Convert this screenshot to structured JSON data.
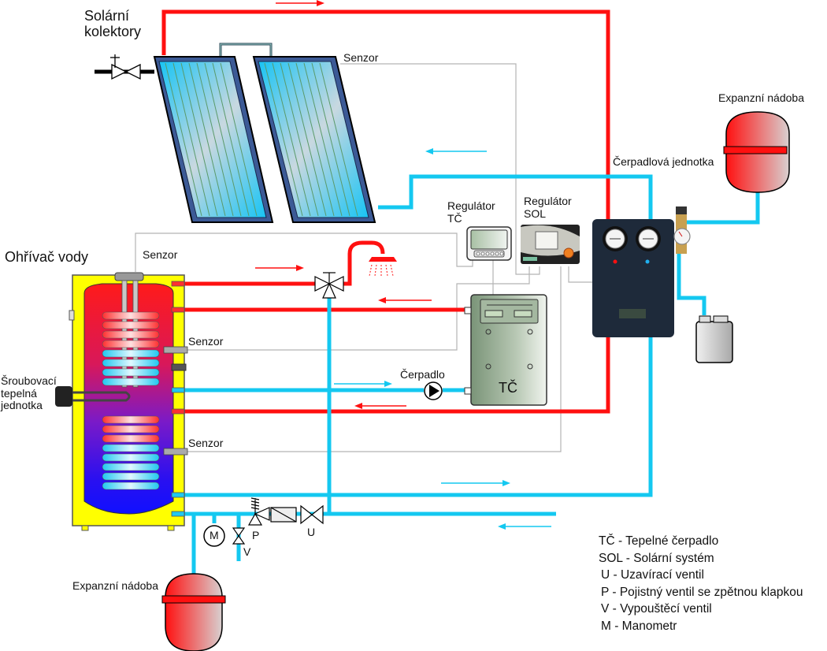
{
  "title": "Schéma zapojení ohřívače vody se solárním systémem a tepelným čerpadlem",
  "labels": {
    "solar_collectors": [
      "Solární",
      "kolektory"
    ],
    "water_heater": "Ohřívač vody",
    "screw_heating_unit": [
      "Šroubovací",
      "tepelná",
      "jednotka"
    ],
    "sensor_collector": "Senzor",
    "sensor_top": "Senzor",
    "sensor_middle": "Senzor",
    "sensor_bottom": "Senzor",
    "regulator_tc": [
      "Regulátor",
      "TČ"
    ],
    "regulator_sol": [
      "Regulátor",
      "SOL"
    ],
    "pump_unit": "Čerpadlová jednotka",
    "expansion_vessel_top": "Expanzní nádoba",
    "expansion_vessel_bottom": "Expanzní nádoba",
    "pump": "Čerpadlo",
    "heat_pump": "TČ",
    "manometer_symbol": "M",
    "valve_p": "P",
    "valve_v": "V",
    "valve_u": "U"
  },
  "legend": [
    "TČ - Tepelné čerpadlo",
    "SOL - Solární systém",
    "U - Uzavírací ventil",
    "P - Pojistný ventil se zpětnou klapkou",
    "V - Vypouštěcí ventil",
    "M - Manometr"
  ],
  "colors": {
    "hot_pipe": "#ff1010",
    "cold_pipe": "#14c8f0",
    "sensor_wire": "#b4b4b4",
    "heater_jacket": "#ffff00",
    "collector_frame": "#3c5a96",
    "heat_pump_body": "#8fa88a",
    "pump_unit_body": "#1e2a3a"
  }
}
